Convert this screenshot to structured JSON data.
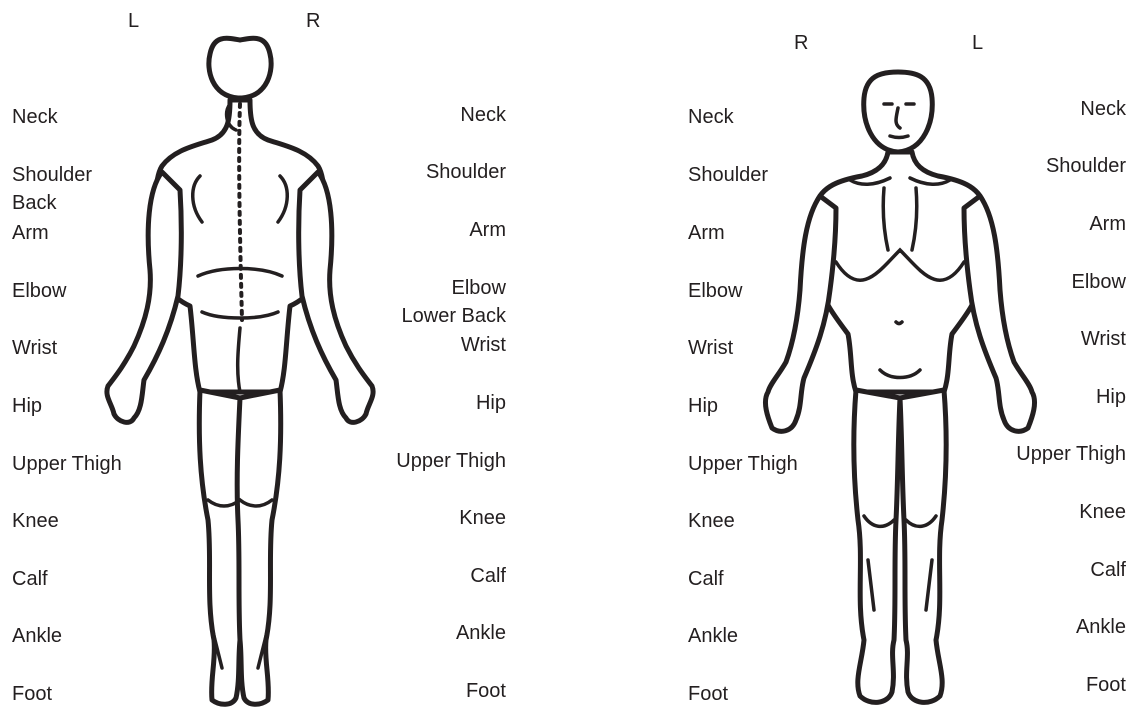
{
  "back_view": {
    "side_left": "L",
    "side_right": "R",
    "left_labels": [
      "Neck",
      "Shoulder",
      "Back",
      "Arm",
      "Elbow",
      "Wrist",
      "Hip",
      "Upper Thigh",
      "Knee",
      "Calf",
      "Ankle",
      "Foot"
    ],
    "right_labels": [
      "Neck",
      "Shoulder",
      "Arm",
      "Elbow",
      "Lower Back",
      "Wrist",
      "Hip",
      "Upper Thigh",
      "Knee",
      "Calf",
      "Ankle",
      "Foot"
    ]
  },
  "front_view": {
    "side_left": "R",
    "side_right": "L",
    "left_labels": [
      "Neck",
      "Shoulder",
      "Arm",
      "Elbow",
      "Wrist",
      "Hip",
      "Upper Thigh",
      "Knee",
      "Calf",
      "Ankle",
      "Foot"
    ],
    "right_labels": [
      "Neck",
      "Shoulder",
      "Arm",
      "Elbow",
      "Wrist",
      "Hip",
      "Upper Thigh",
      "Knee",
      "Calf",
      "Ankle",
      "Foot"
    ]
  },
  "colors": {
    "ink": "#231f20",
    "background": "#ffffff"
  }
}
